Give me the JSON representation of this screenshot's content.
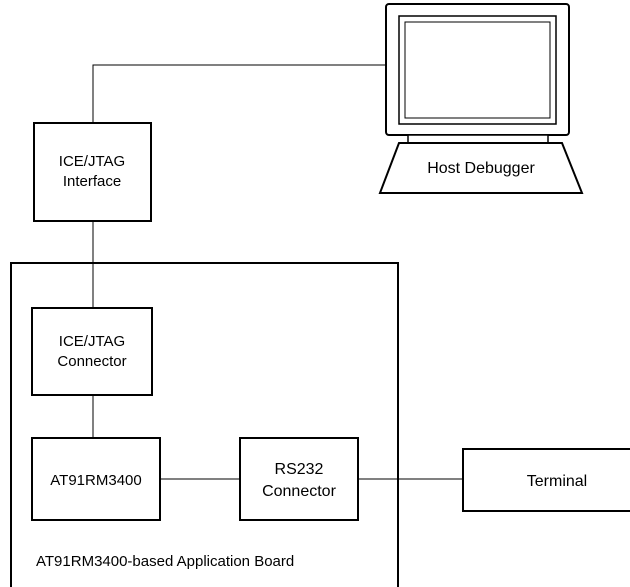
{
  "host_debugger": {
    "label": "Host Debugger"
  },
  "ice_jtag_interface": {
    "line1": "ICE/JTAG",
    "line2": "Interface"
  },
  "application_board": {
    "label": "AT91RM3400-based Application Board"
  },
  "ice_jtag_connector": {
    "line1": "ICE/JTAG",
    "line2": "Connector"
  },
  "processor": {
    "label": "AT91RM3400"
  },
  "rs232_connector": {
    "line1": "RS232",
    "line2": "Connector"
  },
  "terminal": {
    "label": "Terminal"
  },
  "colors": {
    "stroke": "#000000",
    "background": "#ffffff"
  }
}
